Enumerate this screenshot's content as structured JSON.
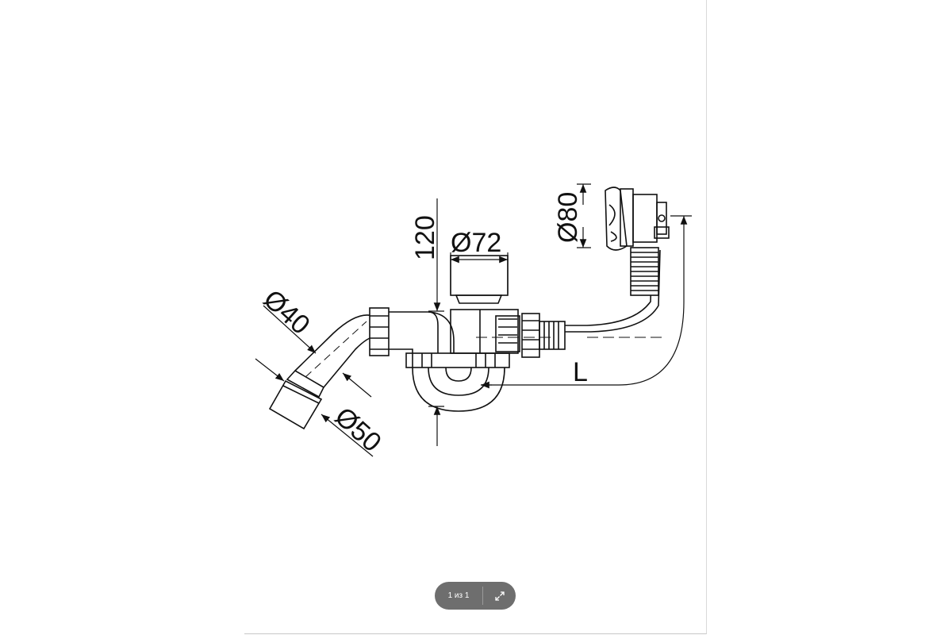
{
  "drawing": {
    "dimensions": {
      "d40": "Ø40",
      "d50": "Ø50",
      "d72": "Ø72",
      "d80": "Ø80",
      "h120": "120",
      "length": "L"
    }
  },
  "pager": {
    "page_count": "1 из 1",
    "expand_icon": "expand-arrows-icon"
  }
}
